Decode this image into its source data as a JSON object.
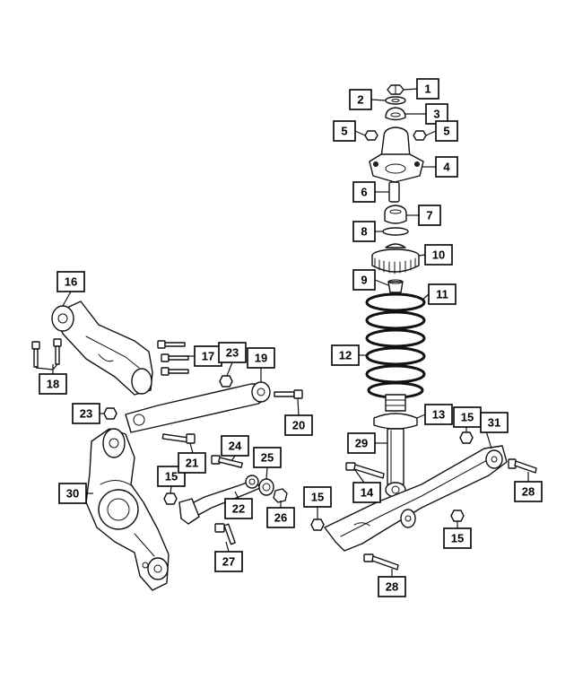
{
  "callouts": [
    "1",
    "2",
    "3",
    "4",
    "5",
    "5",
    "6",
    "7",
    "8",
    "9",
    "10",
    "11",
    "12",
    "13",
    "14",
    "15",
    "15",
    "15",
    "15",
    "16",
    "17",
    "18",
    "19",
    "20",
    "21",
    "22",
    "23",
    "23",
    "24",
    "25",
    "26",
    "27",
    "28",
    "28",
    "29",
    "30",
    "31"
  ]
}
